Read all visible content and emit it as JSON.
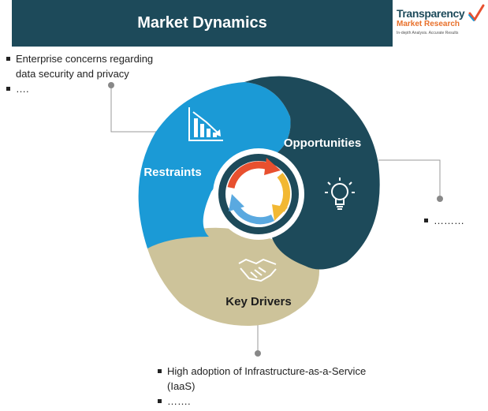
{
  "header": {
    "title": "Market Dynamics"
  },
  "logo": {
    "line1": "Transparency",
    "line2": "Market Research",
    "tagline": "In-depth Analysis. Accurate Results"
  },
  "segments": {
    "restraints": {
      "label": "Restraints",
      "color": "#1b9ad6",
      "icon": "declining-chart-icon",
      "bullets": [
        "Enterprise concerns regarding data security and privacy",
        "…."
      ]
    },
    "opportunities": {
      "label": "Opportunities",
      "color": "#1d4a5a",
      "icon": "lightbulb-icon",
      "bullets": [
        "………"
      ]
    },
    "key_drivers": {
      "label": "Key Drivers",
      "color": "#cdc39a",
      "icon": "handshake-icon",
      "bullets": [
        "High adoption of Infrastructure-as-a-Service (IaaS)",
        "……."
      ]
    }
  },
  "center": {
    "icon": "cycle-arrows-icon",
    "arrow_colors": [
      "#e8502f",
      "#f2b833",
      "#5aa9e0"
    ]
  }
}
